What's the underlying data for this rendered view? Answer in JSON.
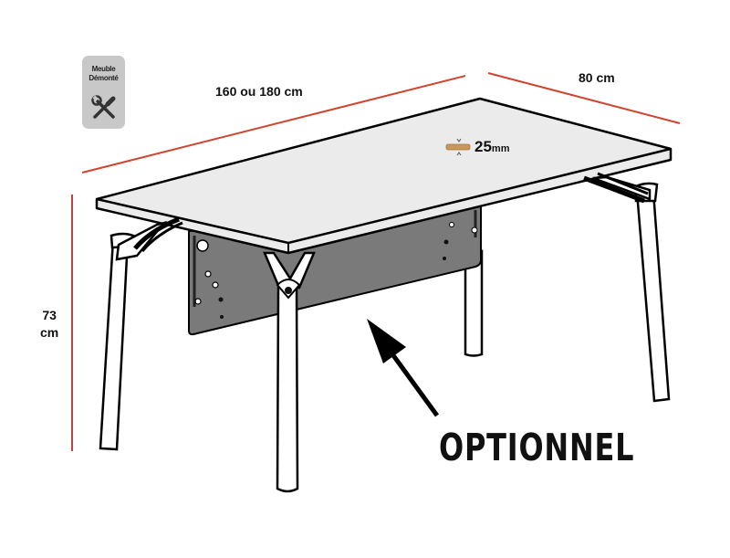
{
  "diagram": {
    "subject": "Table with optional modesty panel",
    "dimensions": {
      "length": "160 ou 180 cm",
      "depth": "80 cm",
      "height_value": "73",
      "height_unit": "cm"
    },
    "top_thickness": {
      "value": "25",
      "unit": "mm",
      "icon": "wood-plank-icon"
    },
    "badge": {
      "line1": "Meuble",
      "line2": "Démonté",
      "icon": "wrench-screwdriver-icon"
    },
    "callout": {
      "label": "OPTIONNEL",
      "target": "modesty-panel",
      "icon": "arrow-icon"
    },
    "colors": {
      "dimension_line": "#d0452f",
      "tabletop": "#ebebeb",
      "panel": "#7a7a7a",
      "badge_bg": "#c8c8c8",
      "wood": "#c8975a",
      "outline": "#000000"
    }
  }
}
